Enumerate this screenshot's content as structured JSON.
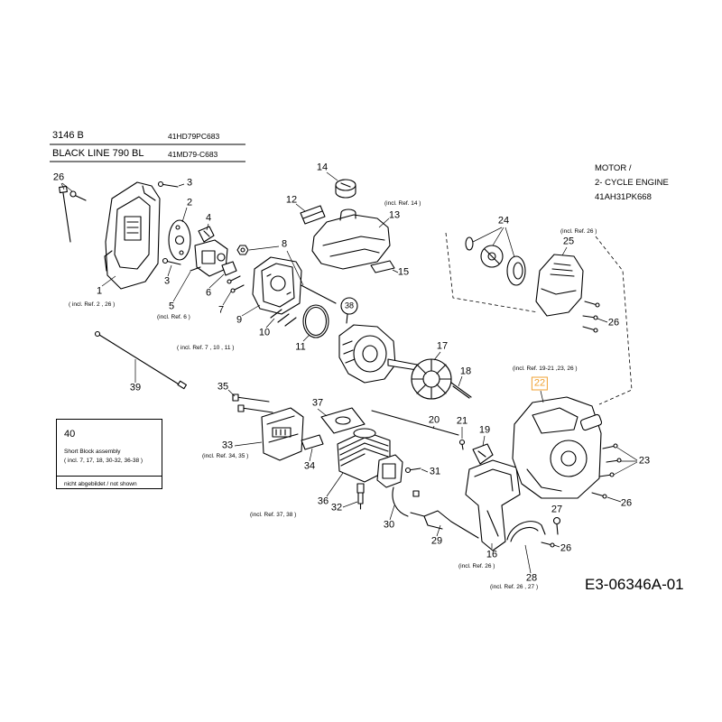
{
  "header": {
    "rows": [
      {
        "model": "3146 B",
        "code": "41HD79PC683"
      },
      {
        "model": "BLACK LINE 790 BL",
        "code": "41MD79-C683"
      }
    ]
  },
  "engine_title": {
    "line1": "MOTOR /",
    "line2": "2- CYCLE ENGINE",
    "line3": "41AH31PK668"
  },
  "short_block_box": {
    "ref": "40",
    "title": "Short Block assembly",
    "includes": "( incl. 7, 17, 18, 30-32, 36-38 )",
    "note": "nicht abgebildet / not shown"
  },
  "drawing_number": "E3-06346A-01",
  "callouts": [
    {
      "ref": "26"
    },
    {
      "ref": "3"
    },
    {
      "ref": "2"
    },
    {
      "ref": "4"
    },
    {
      "ref": "3"
    },
    {
      "ref": "1"
    },
    {
      "ref": "5"
    },
    {
      "ref": "6"
    },
    {
      "ref": "7"
    },
    {
      "ref": "8"
    },
    {
      "ref": "9"
    },
    {
      "ref": "10"
    },
    {
      "ref": "11"
    },
    {
      "ref": "12"
    },
    {
      "ref": "14"
    },
    {
      "ref": "13"
    },
    {
      "ref": "15"
    },
    {
      "ref": "38"
    },
    {
      "ref": "17"
    },
    {
      "ref": "18"
    },
    {
      "ref": "24"
    },
    {
      "ref": "25"
    },
    {
      "ref": "26"
    },
    {
      "ref": "22",
      "highlighted": true
    },
    {
      "ref": "23"
    },
    {
      "ref": "26"
    },
    {
      "ref": "27"
    },
    {
      "ref": "26"
    },
    {
      "ref": "28"
    },
    {
      "ref": "16"
    },
    {
      "ref": "29"
    },
    {
      "ref": "30"
    },
    {
      "ref": "31"
    },
    {
      "ref": "19"
    },
    {
      "ref": "21"
    },
    {
      "ref": "20"
    },
    {
      "ref": "36"
    },
    {
      "ref": "32"
    },
    {
      "ref": "34"
    },
    {
      "ref": "33"
    },
    {
      "ref": "35"
    },
    {
      "ref": "37"
    },
    {
      "ref": "39"
    }
  ],
  "notes": [
    "( incl. Ref. 2 , 26 )",
    "(incl. Ref. 6 )",
    "( incl. Ref. 7 , 10 , 11 )",
    "(incl. Ref. 14 )",
    "(incl. Ref. 26 )",
    "(incl. Ref. 19-21 ,23, 26 )",
    "(incl. Ref. 34, 35 )",
    "(incl. Ref. 37, 38 )",
    "(incl. Ref. 26 )",
    "(incl. Ref. 26 , 27 )"
  ],
  "colors": {
    "line": "#000000",
    "highlight": "#f0a030"
  }
}
